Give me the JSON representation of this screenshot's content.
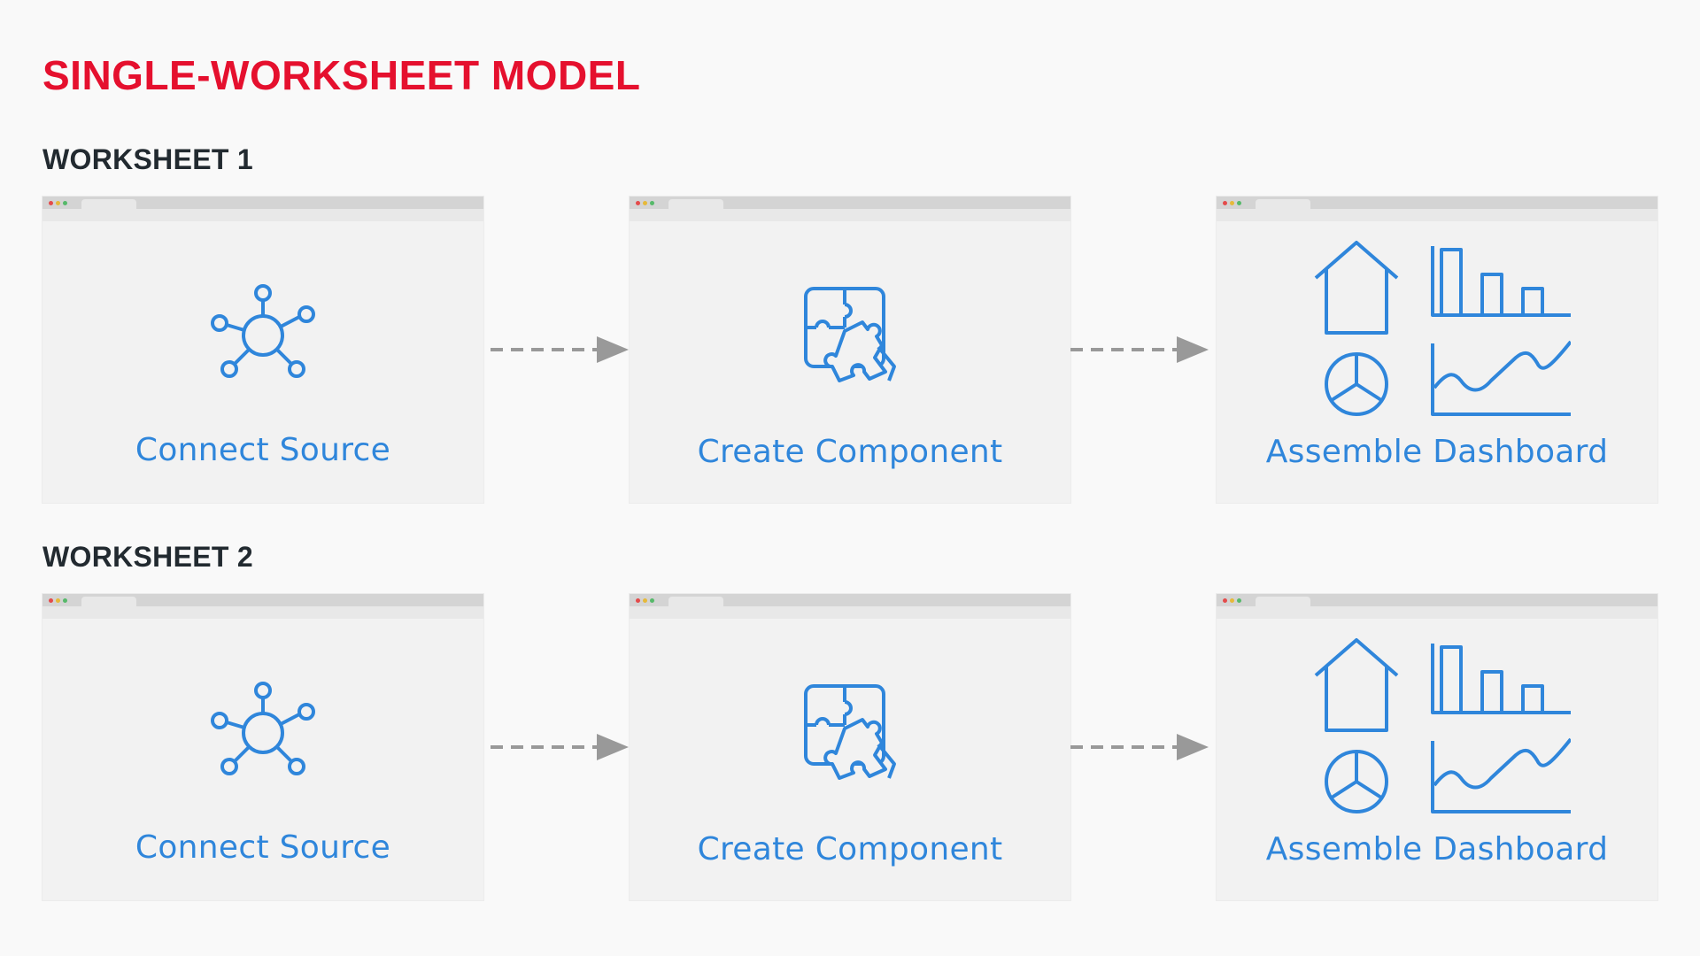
{
  "title": "SINGLE-WORKSHEET MODEL",
  "accent_color": "#e5102e",
  "step_color": "#2f86db",
  "arrow_color": "#999999",
  "worksheets": [
    {
      "label": "WORKSHEET 1",
      "steps": [
        {
          "label": "Connect Source",
          "icon": "network-hub-icon"
        },
        {
          "label": "Create Component",
          "icon": "puzzle-pieces-icon"
        },
        {
          "label": "Assemble Dashboard",
          "icon": "dashboard-widgets-icon"
        }
      ]
    },
    {
      "label": "WORKSHEET 2",
      "steps": [
        {
          "label": "Connect Source",
          "icon": "network-hub-icon"
        },
        {
          "label": "Create Component",
          "icon": "puzzle-pieces-icon"
        },
        {
          "label": "Assemble Dashboard",
          "icon": "dashboard-widgets-icon"
        }
      ]
    }
  ]
}
